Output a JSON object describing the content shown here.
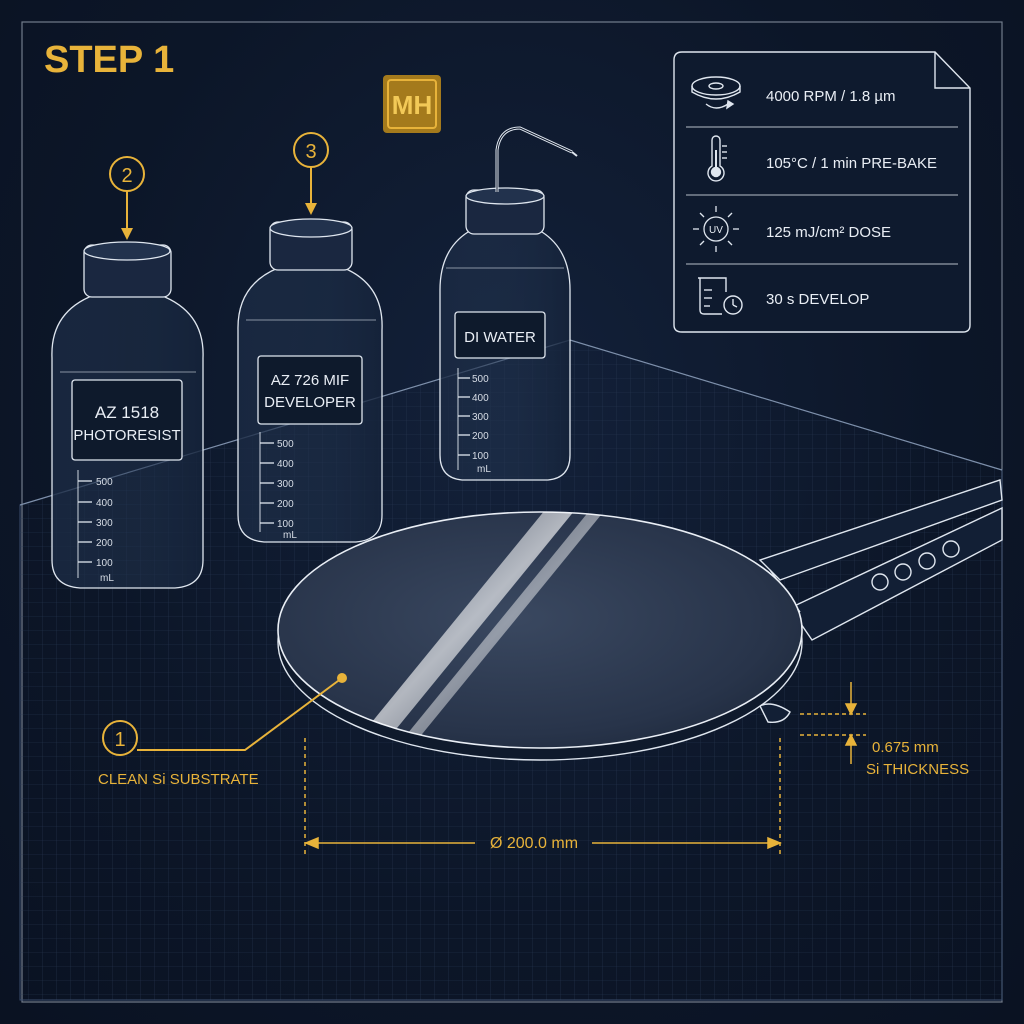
{
  "step_title": "STEP 1",
  "logo_letters": "MH",
  "callouts": [
    {
      "number": "1",
      "label": "CLEAN Si SUBSTRATE"
    },
    {
      "number": "2"
    },
    {
      "number": "3"
    }
  ],
  "bottles": [
    {
      "label_line1": "AZ 1518",
      "label_line2": "PHOTORESIST",
      "ticks": [
        "500",
        "400",
        "300",
        "200",
        "100"
      ],
      "unit": "mL"
    },
    {
      "label_line1": "AZ 726 MIF",
      "label_line2": "DEVELOPER",
      "ticks": [
        "500",
        "400",
        "300",
        "200",
        "100"
      ],
      "unit": "mL"
    },
    {
      "label_line1": "DI WATER",
      "ticks": [
        "500",
        "400",
        "300",
        "200",
        "100"
      ],
      "unit": "mL"
    }
  ],
  "spec_card": [
    {
      "icon": "spin-coater-icon",
      "text": "4000 RPM / 1.8 µm"
    },
    {
      "icon": "thermometer-icon",
      "text": "105°C / 1 min PRE-BAKE"
    },
    {
      "icon": "uv-icon",
      "icon_text": "UV",
      "text": "125 mJ/cm² DOSE"
    },
    {
      "icon": "beaker-timer-icon",
      "text": "30 s DEVELOP"
    }
  ],
  "dimensions": {
    "diameter": "Ø 200.0 mm",
    "thickness_value": "0.675 mm",
    "thickness_label": "Si THICKNESS"
  },
  "colors": {
    "accent": "#e8b33a",
    "background": "#0c1628",
    "line": "#dfe6ef"
  }
}
